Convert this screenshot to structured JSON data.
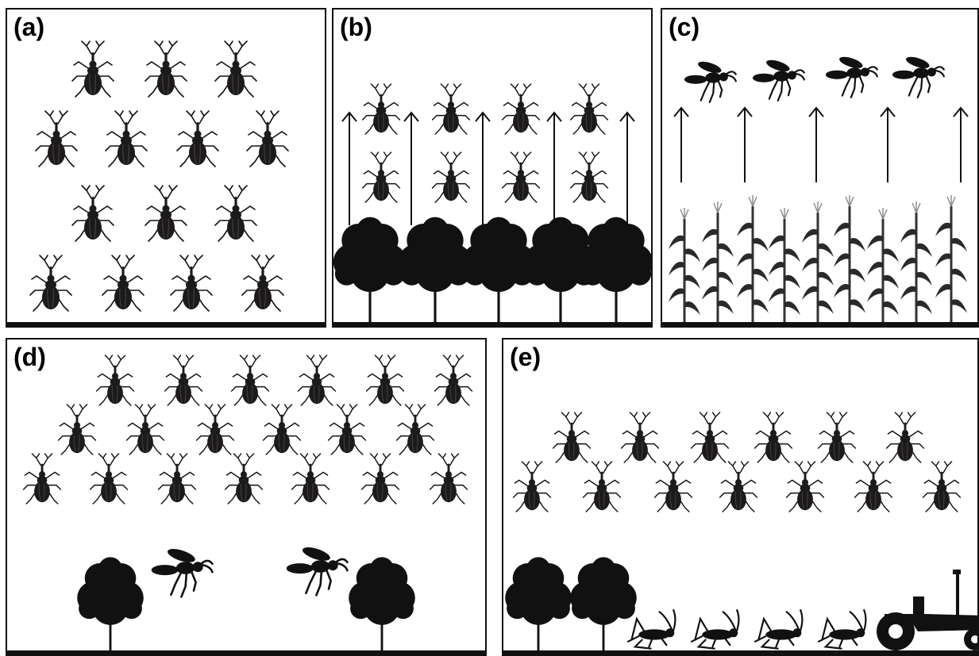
{
  "panels": [
    {
      "id": "a",
      "label": "(a)"
    },
    {
      "id": "b",
      "label": "(b)"
    },
    {
      "id": "c",
      "label": "(c)"
    },
    {
      "id": "d",
      "label": "(d)"
    },
    {
      "id": "e",
      "label": "(e)"
    }
  ],
  "colors": {
    "silhouette": "#111111",
    "weevil_body": "#1c1a1a",
    "weevil_highlight": "#4a4545",
    "background": "#ffffff"
  },
  "icons": {
    "weevil": "weevil-icon",
    "wasp": "parasitoid-wasp-icon",
    "tree": "tree-icon",
    "corn": "corn-plant-icon",
    "arrow": "up-arrow-icon",
    "tractor": "tractor-icon",
    "cricket": "ground-cricket-icon"
  }
}
